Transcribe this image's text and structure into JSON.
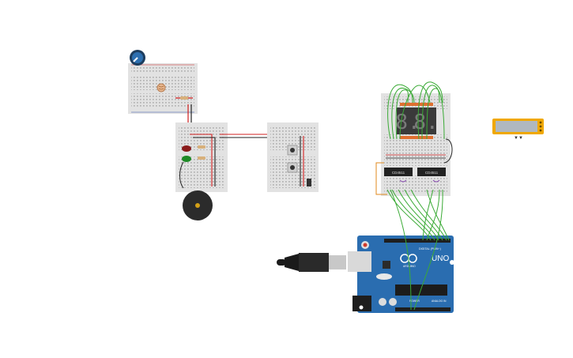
{
  "arduino": {
    "logo_text": "UNO",
    "digital_label": "DIGITAL (PWM~)",
    "power_label": "POWER",
    "analog_label": "ANALOG IN",
    "brand_label": "ARDUINO"
  },
  "chips": [
    {
      "label": "CD4511"
    },
    {
      "label": "CD4511"
    }
  ],
  "display_digits": [
    "8.",
    "8."
  ],
  "lcd_indicator": "▼▼",
  "colors": {
    "breadboard": "#e2e2e2",
    "arduino_blue": "#2a6db0",
    "wire_red": "#d32020",
    "wire_black": "#222222",
    "wire_green": "#3aaa35",
    "wire_orange": "#e08a1e",
    "wire_purple": "#8a50b0",
    "seven_seg": "#3a3a3a",
    "lcd_frame": "#f0a800"
  }
}
